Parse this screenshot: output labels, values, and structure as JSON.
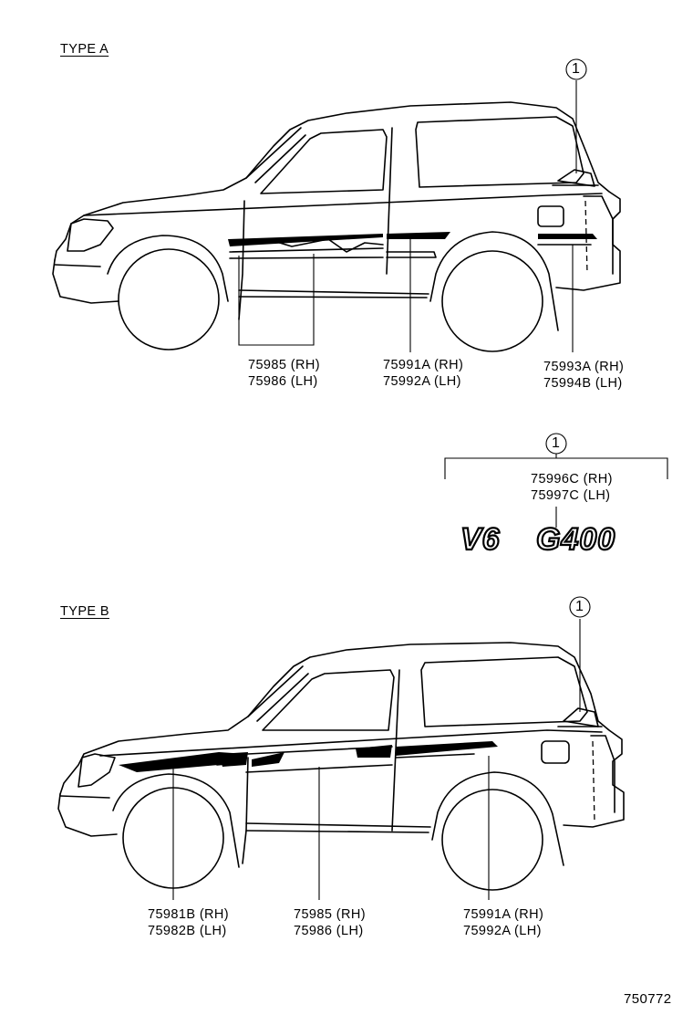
{
  "type_a": {
    "title": "TYPE  A",
    "callout_ref": "1",
    "labels": [
      {
        "rh": "75985 (RH)",
        "lh": "75986 (LH)"
      },
      {
        "rh": "75991A (RH)",
        "lh": "75992A (LH)"
      },
      {
        "rh": "75993A (RH)",
        "lh": "75994B (LH)"
      }
    ]
  },
  "emblem": {
    "callout_ref": "1",
    "rh": "75996C (RH)",
    "lh": "75997C (LH)",
    "left_text": "V6",
    "right_text": "G400"
  },
  "type_b": {
    "title": "TYPE  B",
    "callout_ref": "1",
    "labels": [
      {
        "rh": "75981B (RH)",
        "lh": "75982B (LH)"
      },
      {
        "rh": "75985 (RH)",
        "lh": "75986 (LH)"
      },
      {
        "rh": "75991A (RH)",
        "lh": "75992A (LH)"
      }
    ]
  },
  "figure_number": "750772"
}
